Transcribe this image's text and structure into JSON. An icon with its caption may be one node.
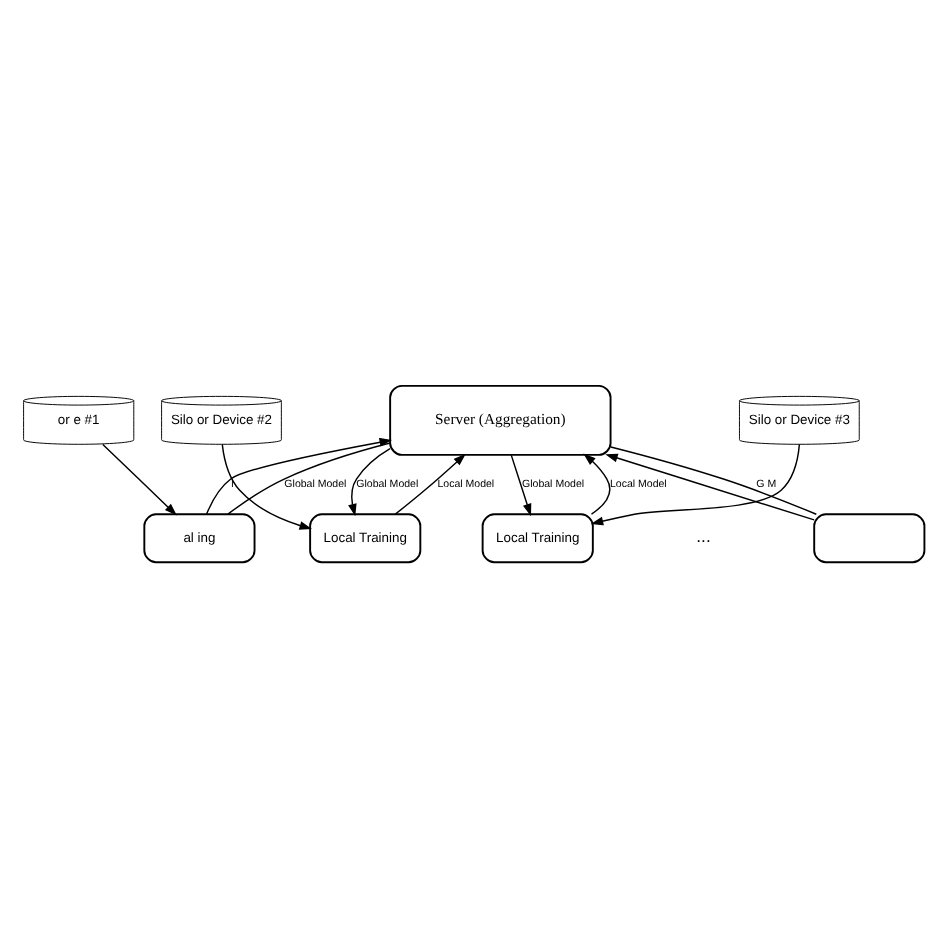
{
  "diagram": {
    "nodes": [
      {
        "text": [
          "Server (Aggregation)"
        ]
      },
      {
        "text": [
          "al ing"
        ]
      },
      {
        "text": [
          "Local Training"
        ]
      },
      {
        "text": [
          "Local Training"
        ]
      },
      {
        "text": [],
        "shape": "box"
      },
      {
        "text": [
          "or e #1"
        ]
      },
      {
        "text": [
          "Silo or Device #2"
        ]
      },
      {
        "text": [
          "Silo or Device #3"
        ]
      }
    ],
    "edges": [
      {
        "from": 1,
        "to": 0,
        "arrow": "to",
        "label": "l"
      },
      {
        "from": 0,
        "to": 1,
        "arrow": "none",
        "label": "Global Model"
      },
      {
        "from": 2,
        "to": 0,
        "arrow": "to",
        "label": "Local Model"
      },
      {
        "from": 0,
        "to": 2,
        "arrow": "to",
        "label": "Global Model"
      },
      {
        "from": 3,
        "to": 0,
        "arrow": "to",
        "label": "Local Model"
      },
      {
        "from": 0,
        "to": 3,
        "arrow": "to",
        "label": "Global Model"
      },
      {
        "from": 4,
        "to": 0,
        "arrow": "to"
      },
      {
        "from": 0,
        "to": 4,
        "arrow": "none",
        "label": "G M"
      },
      {
        "from": 5,
        "to": 1,
        "arrow": "to"
      },
      {
        "from": 6,
        "to": 2,
        "arrow": "to"
      },
      {
        "from": 7,
        "to": 3,
        "arrow": "to"
      }
    ],
    "labels": [
      "..."
    ]
  }
}
